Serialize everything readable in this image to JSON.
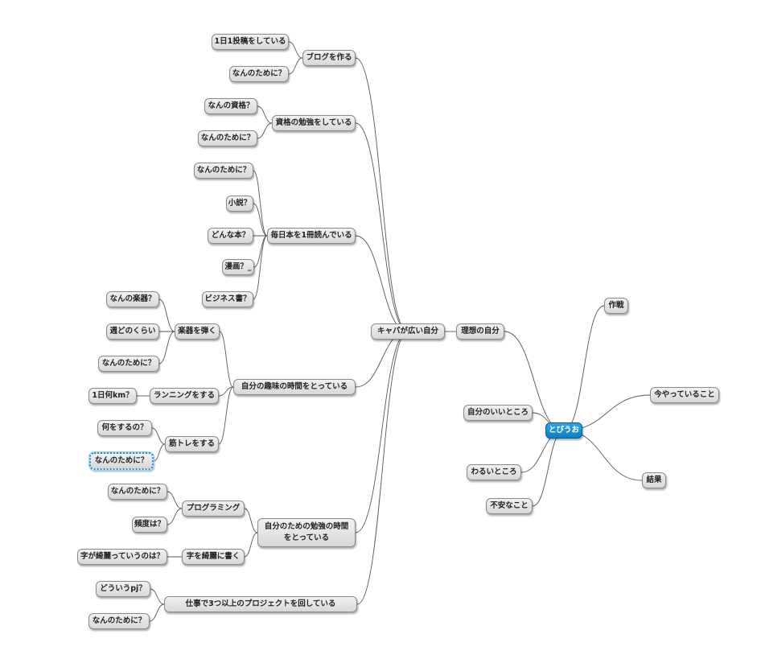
{
  "mindmap": {
    "root": "とぴうお",
    "right_branches": {
      "sakusen": "作戦",
      "ima": "今やっていること",
      "kekka": "結果"
    },
    "left_branches": {
      "riso": "理想の自分",
      "ii": "自分のいいところ",
      "warui": "わるいところ",
      "fuan": "不安なこと"
    },
    "capa": "キャパが広い自分",
    "blog": {
      "label": "ブログを作る",
      "children": [
        "1日1投稿をしている",
        "なんのために？"
      ]
    },
    "shikaku": {
      "label": "資格の勉強をしている",
      "children": [
        "なんの資格？",
        "なんのために？"
      ]
    },
    "dokusho": {
      "label": "毎日本を1冊読んでいる",
      "children": [
        "なんのために？",
        "小説？",
        "どんな本？",
        "漫画？_",
        "ビジネス書？"
      ]
    },
    "shumi": {
      "label": "自分の趣味の時間をとっている",
      "gakki": {
        "label": "楽器を弾く",
        "children": [
          "なんの楽器？",
          "週どのくらい",
          "なんのために？"
        ]
      },
      "running": {
        "label": "ランニングをする",
        "children": [
          "1日何km？"
        ]
      },
      "kintore": {
        "label": "筋トレをする",
        "children": [
          "何をするの？",
          "なんのために？"
        ]
      }
    },
    "benkyo": {
      "label": "自分のための勉強の時間をとっている",
      "programming": {
        "label": "プログラミング",
        "children": [
          "なんのために？",
          "頻度は？"
        ]
      },
      "moji": {
        "label": "字を綺麗に書く",
        "children": [
          "字が綺麗っていうのは？"
        ]
      }
    },
    "shigoto": {
      "label": "仕事で3つ以上のプロジェクトを回している",
      "children": [
        "どういうpj？",
        "なんのために？"
      ]
    }
  },
  "colors": {
    "root_fill": "#1e95d6",
    "node_fill": "#e4e4e4",
    "line": "#555555",
    "selected_border": "#1a8fd8"
  }
}
